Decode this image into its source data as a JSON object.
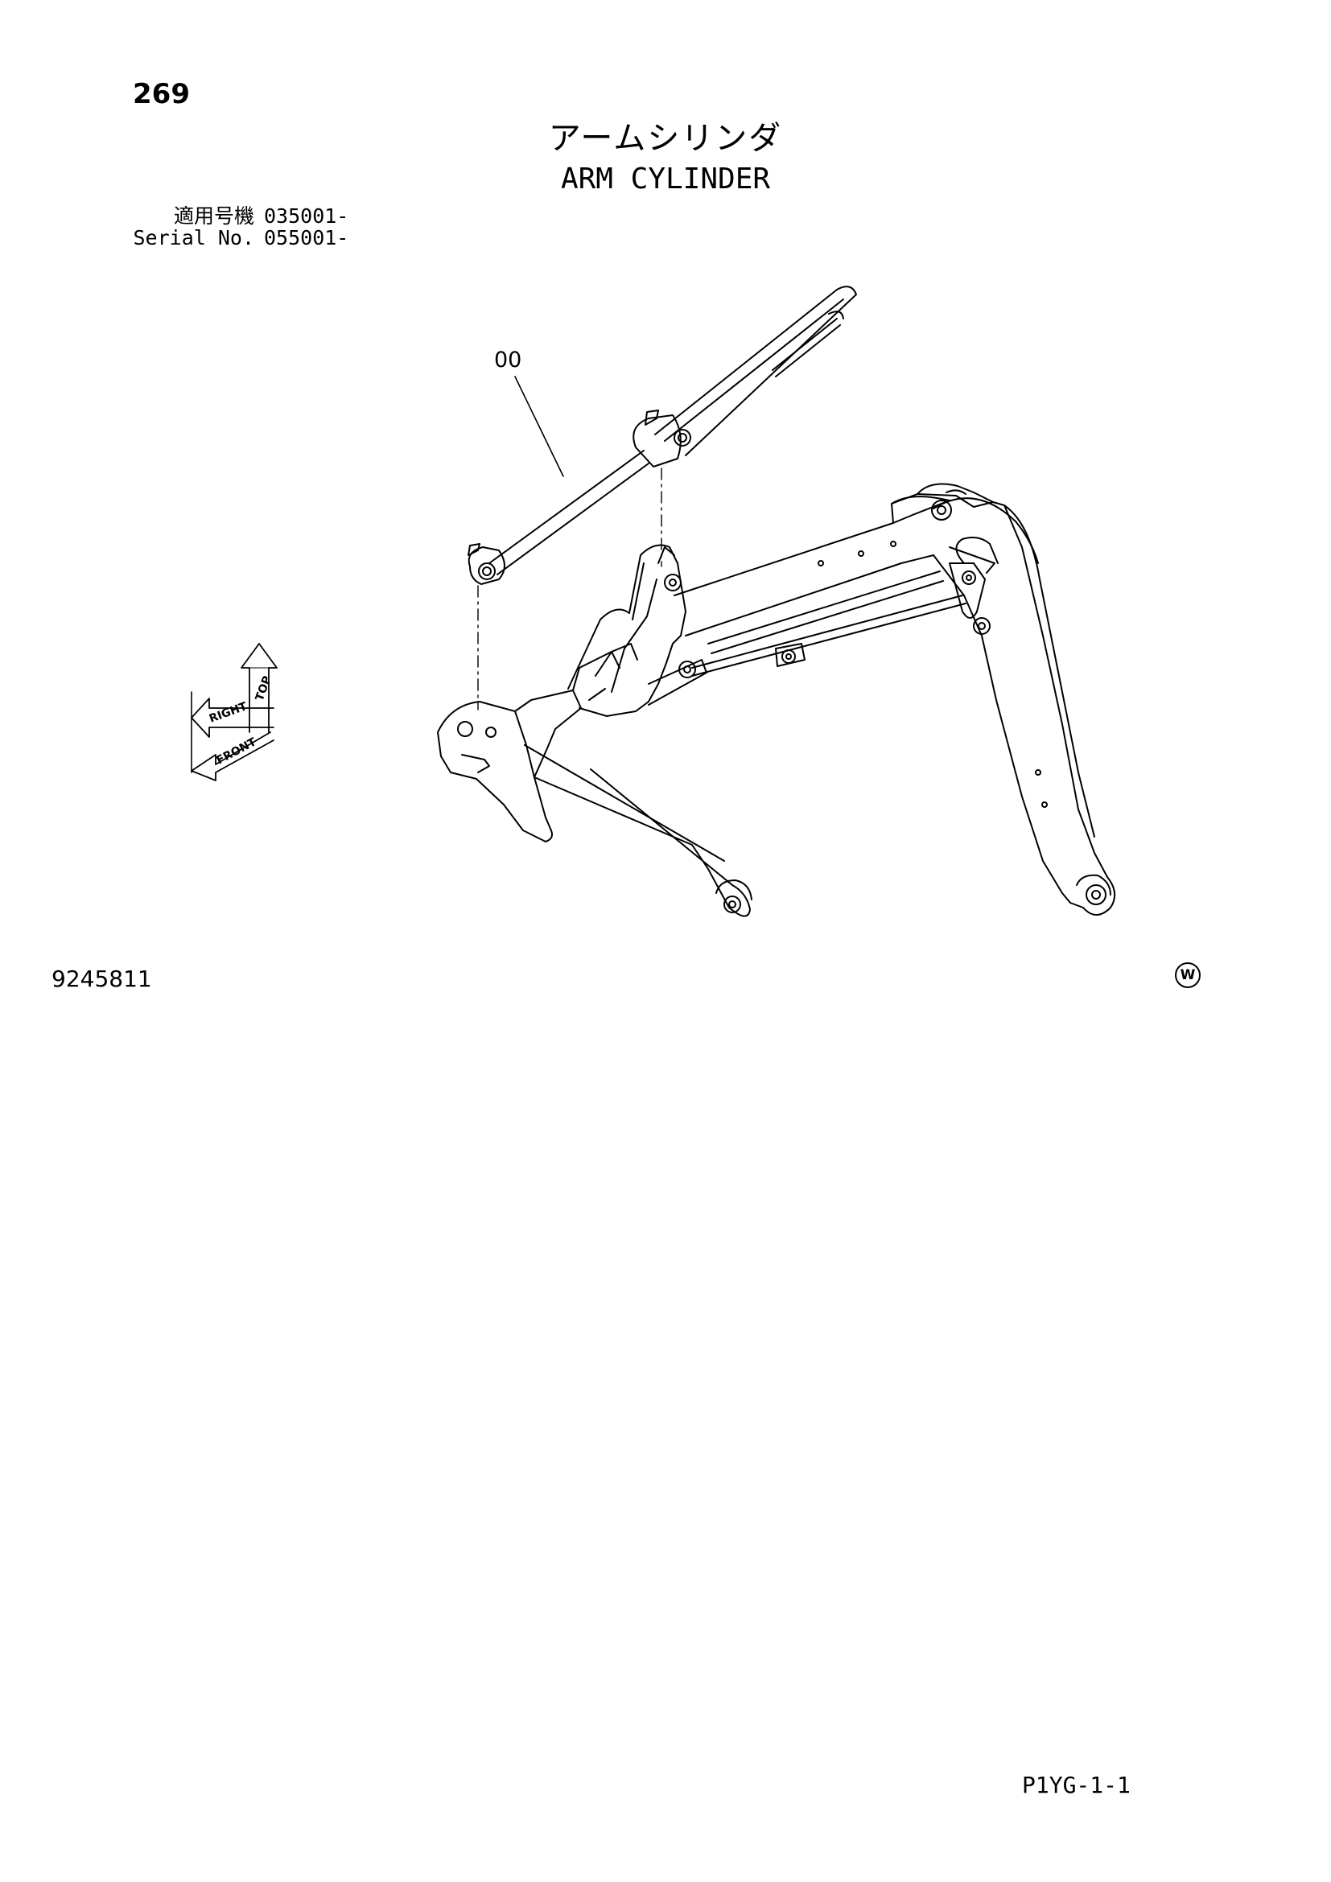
{
  "header": {
    "page_number": "269",
    "title_jp": "アームシリンダ",
    "title_en": "ARM CYLINDER"
  },
  "serial": {
    "jp_label": "適用号機",
    "jp_value": "035001-",
    "en_label": "Serial No.",
    "en_value": "055001-"
  },
  "drawing": {
    "part_label": "00",
    "orientation_labels": [
      "TOP",
      "RIGHT",
      "FRONT"
    ],
    "drawing_number": "9245811",
    "w_mark": "W"
  },
  "footer": {
    "page_code": "P1YG-1-1"
  }
}
